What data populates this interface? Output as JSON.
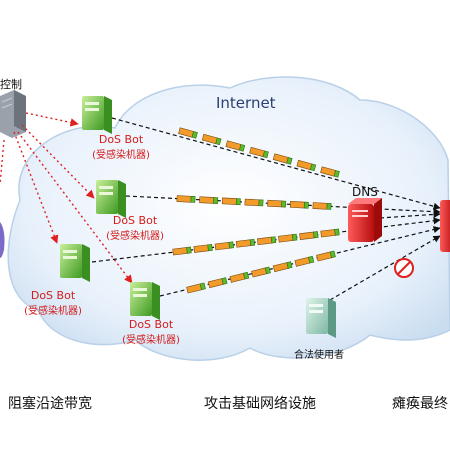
{
  "diagram": {
    "cloud_label": "Internet",
    "control_label": "控制",
    "dns_label": "DNS",
    "bot_name": "DoS Bot",
    "bot_sub": "(受感染机器)",
    "user_label": "合法使用者",
    "bottom_labels": [
      "阻塞沿途带宽",
      "攻击基础网络设施",
      "瘫痪最终"
    ]
  },
  "colors": {
    "cloud": "#dbe9f7",
    "red_line": "#e02020",
    "packet_fill": "#f29a2a",
    "packet_green": "#5cbb2a",
    "bot_green": "#6cc04a",
    "server_red": "#d81e1e"
  }
}
